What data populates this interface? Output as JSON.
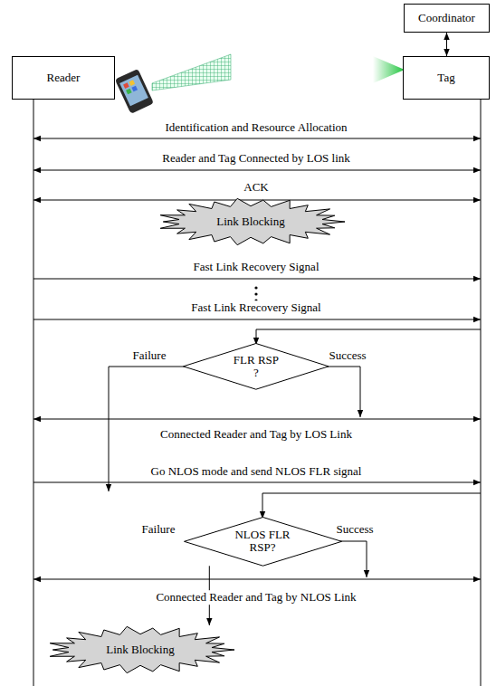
{
  "diagram": {
    "nodes": [
      {
        "text": [
          "Coordinator"
        ]
      },
      {
        "text": [
          "Reader"
        ]
      },
      {
        "text": [
          "Tag"
        ]
      },
      {
        "text": [
          "Link Blocking"
        ]
      },
      {
        "text": [
          "FLR RSP ?"
        ]
      },
      {
        "text": [
          "NLOS FLR RSP?"
        ]
      },
      {
        "text": [
          "Link Blocking"
        ]
      }
    ],
    "edges": [
      {
        "from": 0,
        "to": 2,
        "arrow": "both"
      },
      {
        "from": 5,
        "to": 6,
        "arrow": "to"
      }
    ],
    "labels": [
      "Identification and Resource Allocation",
      "Reader and Tag Connected by LOS link",
      "ACK",
      "Fast Link Recovery Signal",
      "Fast Link Rrecovery Signal",
      "Failure",
      "Success",
      "Connected Reader and Tag by LOS Link",
      "Go NLOS mode and send NLOS FLR signal",
      "Failure",
      "Success",
      "Connected Reader and Tag by NLOS Link"
    ]
  }
}
